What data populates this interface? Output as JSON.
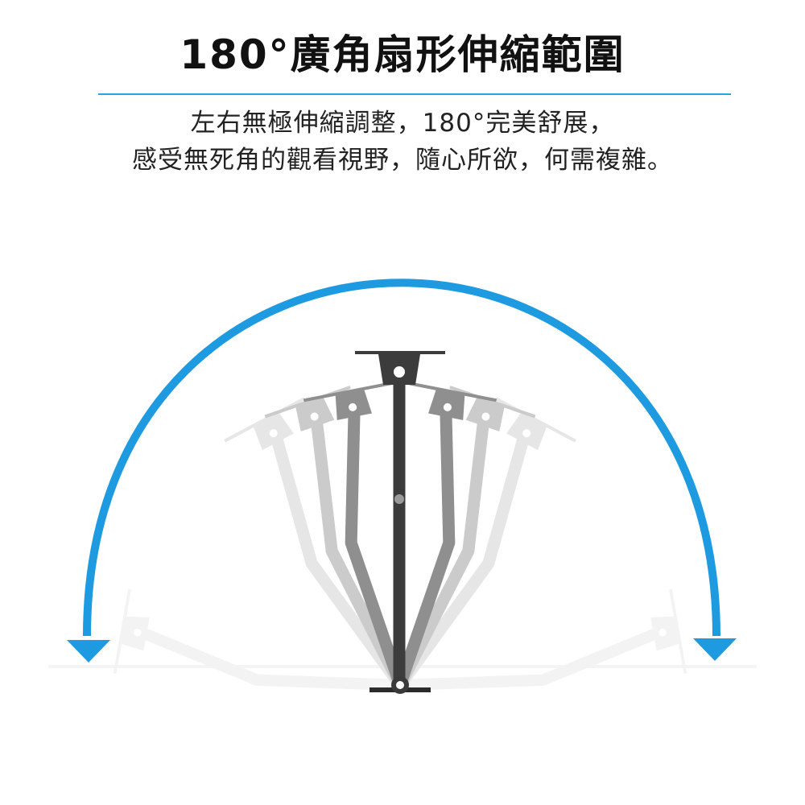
{
  "header": {
    "title": "180°廣角扇形伸縮範圍",
    "subtitle_line1": "左右無極伸縮調整，180°完美舒展，",
    "subtitle_line2": "感受無死角的觀看視野，隨心所欲，何需複雜。"
  },
  "colors": {
    "accent": "#1e9be0",
    "rule": "#29a3e6",
    "arm_dark": "#3c3c3c",
    "title": "#111111",
    "text": "#222222"
  },
  "illustration": {
    "icons": [
      "arc-arrow-icon",
      "tv-mount-arm-icon"
    ]
  }
}
